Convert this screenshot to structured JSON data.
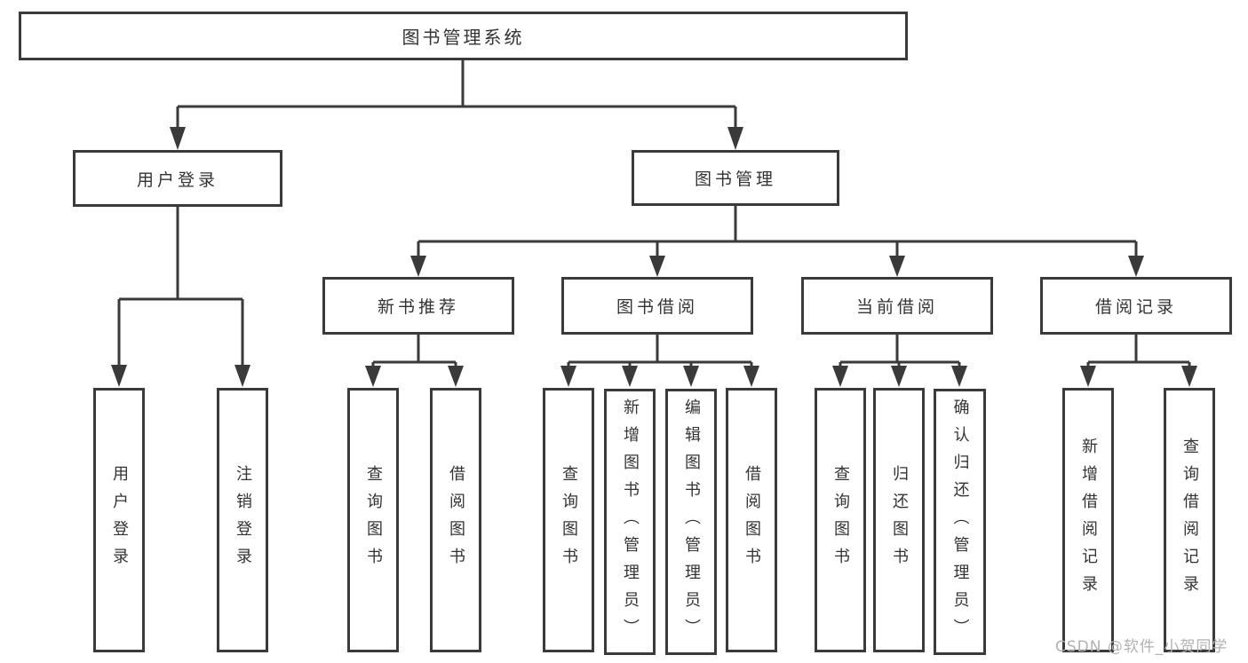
{
  "diagram": {
    "root": {
      "label": "图书管理系统"
    },
    "level2": [
      {
        "label": "用户登录"
      },
      {
        "label": "图书管理"
      }
    ],
    "level3": [
      {
        "label": "新书推荐"
      },
      {
        "label": "图书借阅"
      },
      {
        "label": "当前借阅"
      },
      {
        "label": "借阅记录"
      }
    ],
    "leaves": {
      "user_login": [
        {
          "label": "用户登录"
        },
        {
          "label": "注销登录"
        }
      ],
      "new_book_recommend": [
        {
          "label": "查询图书"
        },
        {
          "label": "借阅图书"
        }
      ],
      "book_borrowing": [
        {
          "label": "查询图书"
        },
        {
          "label": "新增图书（管理员）"
        },
        {
          "label": "编辑图书（管理员）"
        },
        {
          "label": "借阅图书"
        }
      ],
      "current_borrowing": [
        {
          "label": "查询图书"
        },
        {
          "label": "归还图书"
        },
        {
          "label": "确认归还（管理员）"
        }
      ],
      "borrowing_records": [
        {
          "label": "新增借阅记录"
        },
        {
          "label": "查询借阅记录"
        }
      ]
    },
    "line_color": "#3a3a3a"
  },
  "watermark": {
    "text": "CSDN @软件_小贺同学",
    "color": "#b2b2b2"
  }
}
